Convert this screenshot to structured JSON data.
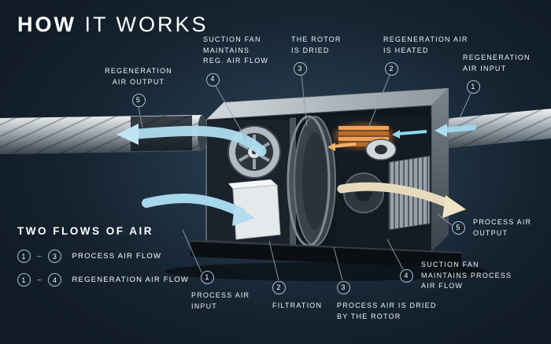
{
  "title": {
    "emphasis": "HOW",
    "rest": "IT WORKS"
  },
  "callouts": {
    "reg_air_output": {
      "number": "5",
      "label": "REGENERATION\nAIR OUTPUT"
    },
    "suction_fan_reg": {
      "number": "4",
      "label": "SUCTION FAN\nMAINTAINS\nREG. AIR FLOW"
    },
    "rotor_dried": {
      "number": "3",
      "label": "THE ROTOR\nIS DRIED"
    },
    "reg_air_heated": {
      "number": "2",
      "label": "REGENERATION AIR\nIS HEATED"
    },
    "reg_air_input": {
      "number": "1",
      "label": "REGENERATION\nAIR INPUT"
    },
    "process_air_output": {
      "number": "5",
      "label": "PROCESS AIR\nOUTPUT"
    },
    "suction_fan_process": {
      "number": "4",
      "label": "SUCTION FAN\nMAINTAINS PROCESS\nAIR FLOW"
    },
    "process_air_dried": {
      "number": "3",
      "label": "PROCESS AIR IS DRIED\nBY THE ROTOR"
    },
    "filtration": {
      "number": "2",
      "label": "FILTRATION"
    },
    "process_air_input": {
      "number": "1",
      "label": "PROCESS AIR\nINPUT"
    }
  },
  "legend": {
    "title": "TWO FLOWS OF AIR",
    "dash": "–",
    "items": [
      {
        "from": "1",
        "to": "3",
        "label": "PROCESS AIR FLOW"
      },
      {
        "from": "1",
        "to": "4",
        "label": "REGENERATION AIR FLOW"
      }
    ]
  },
  "colors": {
    "background": "#14212e",
    "text": "#ffffff",
    "flow_blue": "#a9d9ec",
    "flow_tan": "#e7dabc",
    "heater_orange": "#e8903f",
    "circle_border": "#a7c4d4"
  }
}
